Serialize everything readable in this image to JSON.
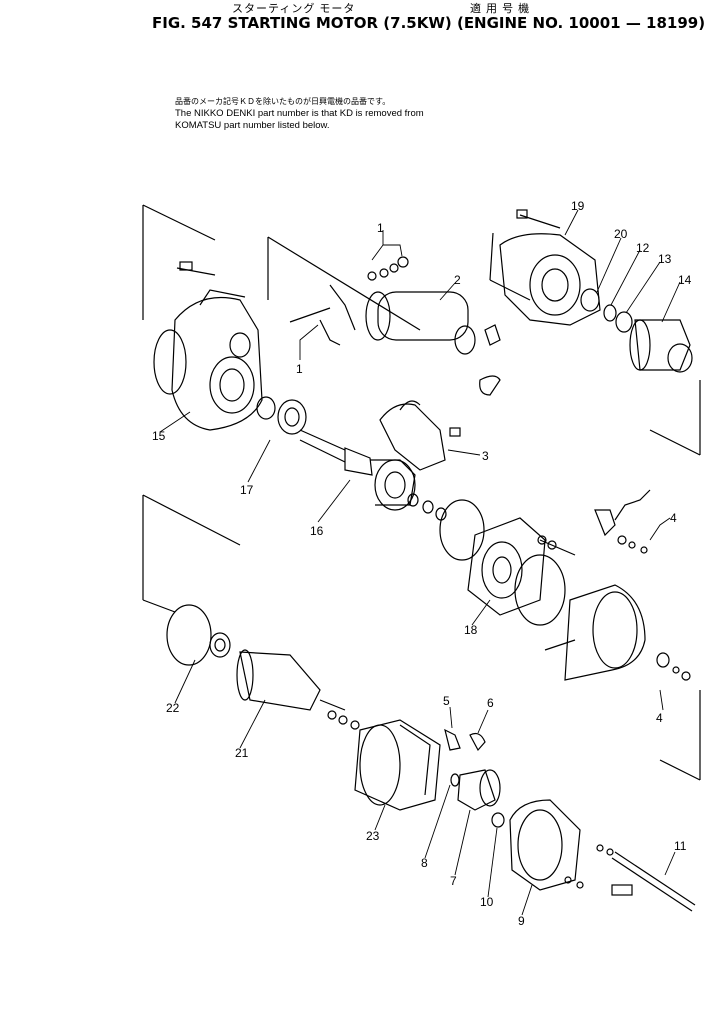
{
  "header": {
    "jp_title": "スターティング モータ",
    "jp_applicable": "適 用 号 機",
    "title": "FIG. 547  STARTING MOTOR (7.5KW) (ENGINE NO. 10001 — 18199)"
  },
  "notes": {
    "jp_line": "品番のメーカ記号ＫＤを除いたものが日興電機の品番です。",
    "en_line1": "The NIKKO DENKI part number is that KD is removed from",
    "en_line2": "KOMATSU part number listed below."
  },
  "callouts": [
    {
      "id": "c1a",
      "text": "1"
    },
    {
      "id": "c1b",
      "text": "1"
    },
    {
      "id": "c2",
      "text": "2"
    },
    {
      "id": "c3",
      "text": "3"
    },
    {
      "id": "c4a",
      "text": "4"
    },
    {
      "id": "c4b",
      "text": "4"
    },
    {
      "id": "c5",
      "text": "5"
    },
    {
      "id": "c6",
      "text": "6"
    },
    {
      "id": "c7",
      "text": "7"
    },
    {
      "id": "c8",
      "text": "8"
    },
    {
      "id": "c9",
      "text": "9"
    },
    {
      "id": "c10",
      "text": "10"
    },
    {
      "id": "c11",
      "text": "11"
    },
    {
      "id": "c12",
      "text": "12"
    },
    {
      "id": "c13",
      "text": "13"
    },
    {
      "id": "c14",
      "text": "14"
    },
    {
      "id": "c15",
      "text": "15"
    },
    {
      "id": "c16",
      "text": "16"
    },
    {
      "id": "c17",
      "text": "17"
    },
    {
      "id": "c18",
      "text": "18"
    },
    {
      "id": "c19",
      "text": "19"
    },
    {
      "id": "c20",
      "text": "20"
    },
    {
      "id": "c21",
      "text": "21"
    },
    {
      "id": "c22",
      "text": "22"
    },
    {
      "id": "c23",
      "text": "23"
    }
  ]
}
